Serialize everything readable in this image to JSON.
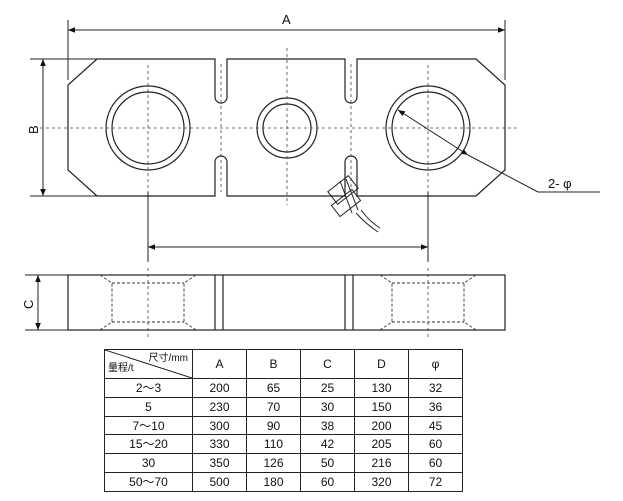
{
  "dimension_labels": {
    "a": "A",
    "b": "B",
    "c": "C",
    "hole": "2- φ"
  },
  "table": {
    "header_dimension": "尺寸/mm",
    "header_range": "量程/t",
    "columns": [
      "A",
      "B",
      "C",
      "D",
      "φ"
    ],
    "rows": [
      {
        "range": "2～3",
        "values": [
          "200",
          "65",
          "25",
          "130",
          "32"
        ]
      },
      {
        "range": "5",
        "values": [
          "230",
          "70",
          "30",
          "150",
          "36"
        ]
      },
      {
        "range": "7～10",
        "values": [
          "300",
          "90",
          "38",
          "200",
          "45"
        ]
      },
      {
        "range": "15～20",
        "values": [
          "330",
          "110",
          "42",
          "205",
          "60"
        ]
      },
      {
        "range": "30",
        "values": [
          "350",
          "126",
          "50",
          "216",
          "60"
        ]
      },
      {
        "range": "50～70",
        "values": [
          "500",
          "180",
          "60",
          "320",
          "72"
        ]
      }
    ]
  }
}
